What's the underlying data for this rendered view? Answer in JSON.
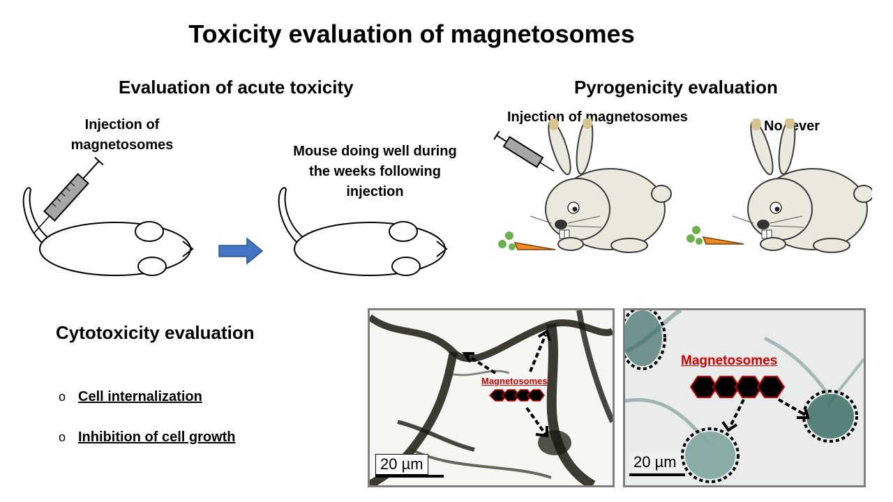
{
  "title": "Toxicity evaluation of magnetosomes",
  "acute": {
    "heading": "Evaluation of acute toxicity",
    "injection_label_line1": "Injection of",
    "injection_label_line2": "magnetosomes",
    "outcome_line1": "Mouse doing well during",
    "outcome_line2": "the weeks following",
    "outcome_line3": "injection"
  },
  "pyro": {
    "heading": "Pyrogenicity evaluation",
    "injection_label": "Injection of magnetosomes",
    "outcome_label": "No fever"
  },
  "cyto": {
    "heading": "Cytotoxicity evaluation",
    "bullets": [
      "Cell internalization",
      "Inhibition of cell growth"
    ],
    "bullet_marker": "o"
  },
  "micrographs": [
    {
      "magnetosome_label": "Magnetosomes",
      "scale_label": "20 µm"
    },
    {
      "magnetosome_label": "Magnetosomes",
      "scale_label": "20 µm"
    }
  ],
  "colors": {
    "arrow_fill": "#4472c4",
    "magnetosome_red": "#d00000",
    "panel_border": "#7f7f7f",
    "cell_stain": "#3c6e6a",
    "rabbit_body": "#ebe8de"
  }
}
